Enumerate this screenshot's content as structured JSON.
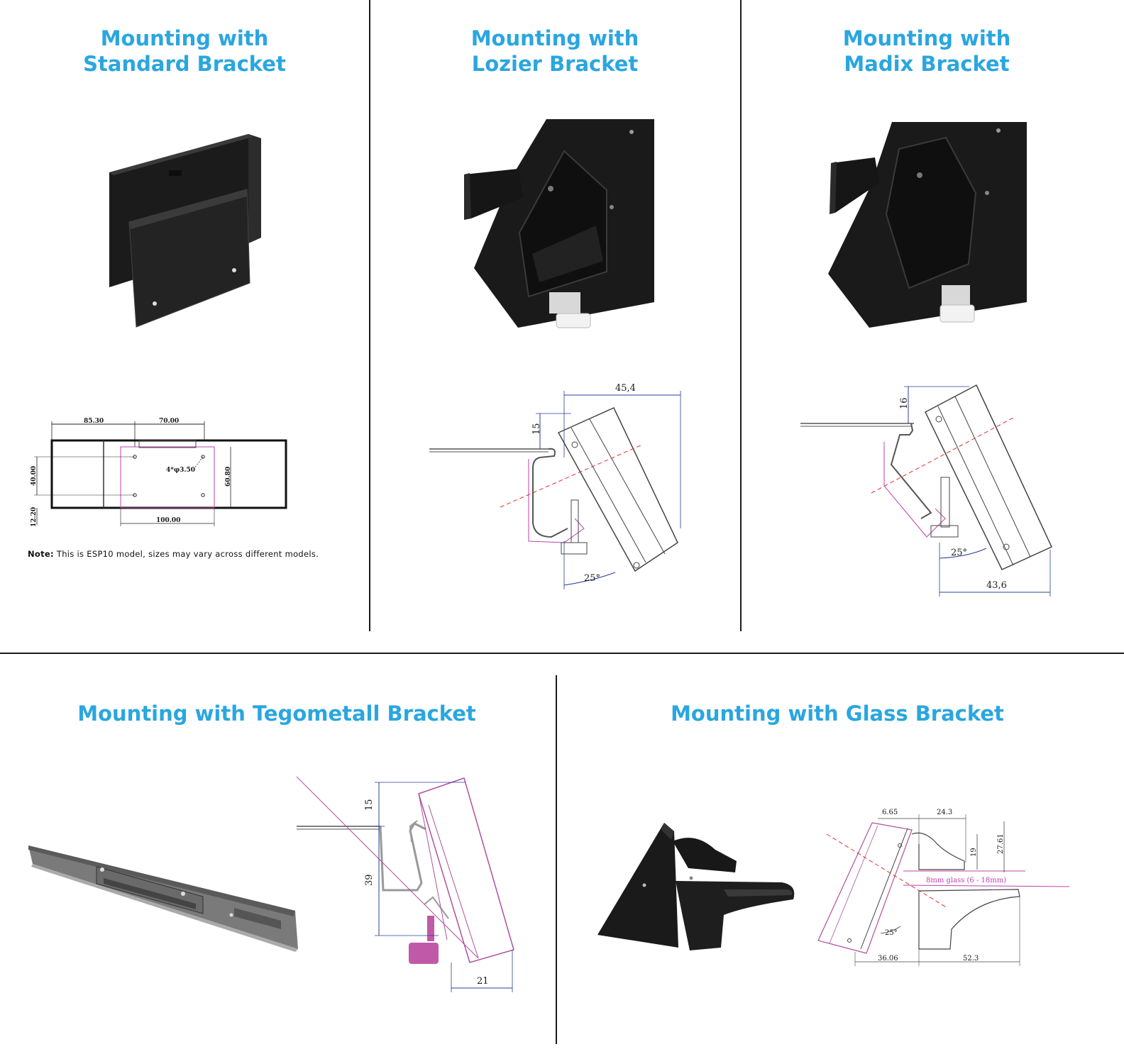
{
  "panels": {
    "standard": {
      "title_line1": "Mounting with",
      "title_line2": "Standard Bracket"
    },
    "lozier": {
      "title_line1": "Mounting with",
      "title_line2": "Lozier Bracket"
    },
    "madix": {
      "title_line1": "Mounting with",
      "title_line2": "Madix Bracket"
    },
    "tegometall": {
      "title": "Mounting with Tegometall Bracket"
    },
    "glass": {
      "title": "Mounting with Glass Bracket"
    }
  },
  "standard_drawing": {
    "dim_top_left": "85.30",
    "dim_top_right": "70.00",
    "dim_left_upper": "40.00",
    "dim_left_lower": "12.20",
    "dim_right": "60.80",
    "dim_bottom": "100.00",
    "hole_label": "4*φ3.50"
  },
  "note": {
    "label": "Note:",
    "text": " This is ESP10 model, sizes may vary across different models."
  },
  "lozier_drawing": {
    "dim_width": "45,4",
    "dim_height": "15",
    "angle": "25°"
  },
  "madix_drawing": {
    "dim_width": "43,6",
    "dim_height": "16",
    "angle": "25°"
  },
  "tegometall_drawing": {
    "dim_top": "15",
    "dim_mid": "39",
    "dim_bottom": "21"
  },
  "glass_drawing": {
    "dim_a": "6.65",
    "dim_b": "24.3",
    "dim_c": "19",
    "dim_d": "27.61",
    "glass_label": "8mm glass (6 - 18mm)",
    "angle": "25°",
    "dim_e": "36.06",
    "dim_f": "52.3"
  },
  "colors": {
    "title": "#2aa6e0",
    "magenta": "#c040a8",
    "red": "#e03030",
    "blue": "#2a3f9a"
  }
}
